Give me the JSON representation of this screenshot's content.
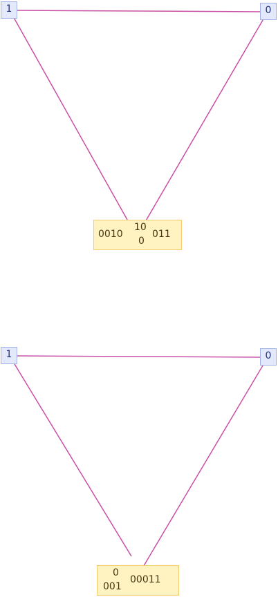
{
  "colors": {
    "edge": "#c94fa6",
    "node_fill": "#e3e9fb",
    "node_border": "#9fb1e6",
    "label_fill": "#fff3c2",
    "label_border": "#f2cb6a"
  },
  "diagrams": [
    {
      "node_left": "1",
      "node_right": "0",
      "label": {
        "a": "0010",
        "b_top": "10",
        "b_bottom": "0",
        "c": "011"
      }
    },
    {
      "node_left": "1",
      "node_right": "0",
      "label": {
        "a_top": "0",
        "a_bottom": "001",
        "b": "00011"
      }
    }
  ]
}
